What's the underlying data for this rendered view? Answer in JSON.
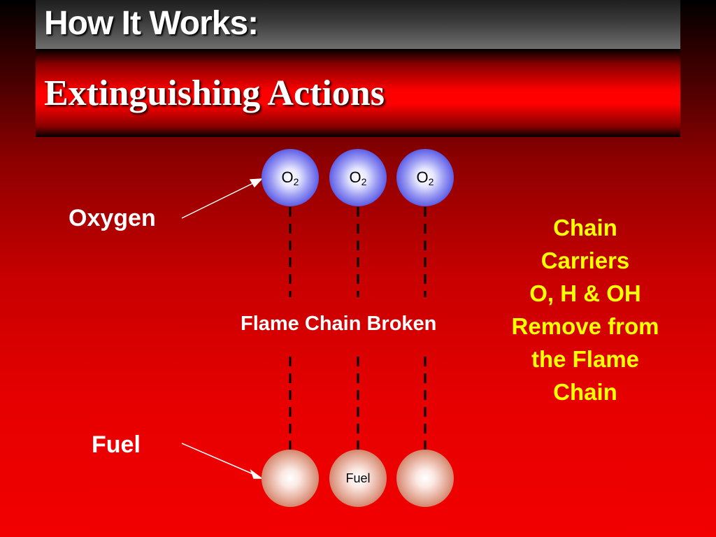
{
  "header": {
    "title": "How It Works:",
    "subtitle": "Extinguishing Actions"
  },
  "diagram": {
    "oxygen_label": "Oxygen",
    "fuel_label": "Fuel",
    "broken_label": "Flame Chain Broken",
    "oxygen_molecules": [
      {
        "symbol": "O",
        "subscript": "2"
      },
      {
        "symbol": "O",
        "subscript": "2"
      },
      {
        "symbol": "O",
        "subscript": "2"
      }
    ],
    "fuel_molecules": [
      {
        "label": ""
      },
      {
        "label": "Fuel"
      },
      {
        "label": ""
      }
    ]
  },
  "callout": {
    "lines": [
      "Chain",
      "Carriers",
      "O, H & OH",
      "Remove from",
      "the Flame",
      "Chain"
    ]
  },
  "colors": {
    "callout_text": "#ffff00",
    "oxygen_circle": "#4040dd",
    "fuel_circle": "#c8664a"
  }
}
